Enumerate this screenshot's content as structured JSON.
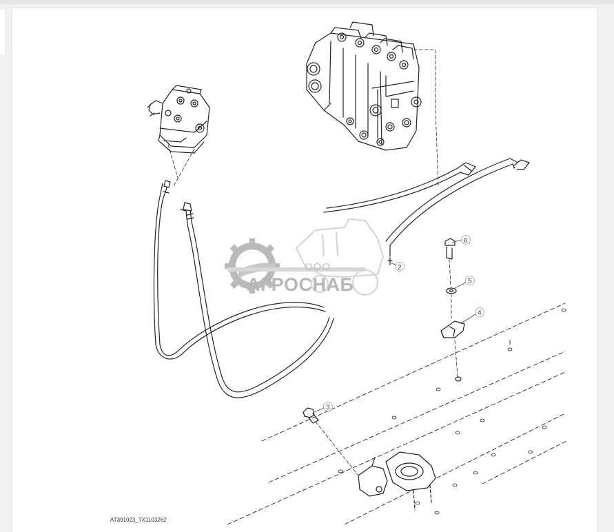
{
  "figure_id": "AT391023_TX1103262",
  "watermark": {
    "prefix": "ООО",
    "name": "АГРОСНАБ"
  },
  "callouts": [
    {
      "id": "callout-2",
      "label": "2"
    },
    {
      "id": "callout-3",
      "label": "3"
    },
    {
      "id": "callout-4",
      "label": "4"
    },
    {
      "id": "callout-5",
      "label": "5"
    },
    {
      "id": "callout-6",
      "label": "6"
    }
  ],
  "colors": {
    "line": "#222222",
    "callout_circle": "#9a9a9a",
    "watermark": "#a8a8a8"
  }
}
